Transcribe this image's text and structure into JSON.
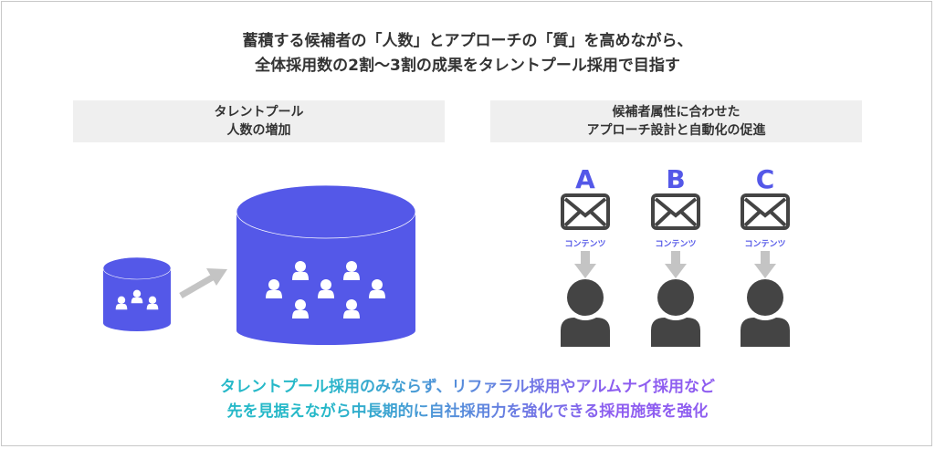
{
  "title": {
    "line1": "蓄積する候補者の「人数」とアプローチの「質」を高めながら、",
    "line2": "全体採用数の2割〜3割の成果をタレントプール採用で目指す"
  },
  "left_header": {
    "line1": "タレントプール",
    "line2": "人数の増加"
  },
  "right_header": {
    "line1": "候補者属性に合わせた",
    "line2": "アプローチ設計と自動化の促進"
  },
  "segments": [
    {
      "letter": "A",
      "content": "コンテンツ"
    },
    {
      "letter": "B",
      "content": "コンテンツ"
    },
    {
      "letter": "C",
      "content": "コンテンツ"
    }
  ],
  "bottom": {
    "line1": "タレントプール採用のみならず、リファラル採用やアルムナイ採用など",
    "line2": "先を見据えながら中長期的に自社採用力を強化できる採用施策を強化"
  },
  "colors": {
    "accent": "#5458e8",
    "dark": "#444444",
    "arrow": "#c4c4c4",
    "grad_start": "#25b8c8",
    "grad_end": "#8e5df0"
  }
}
